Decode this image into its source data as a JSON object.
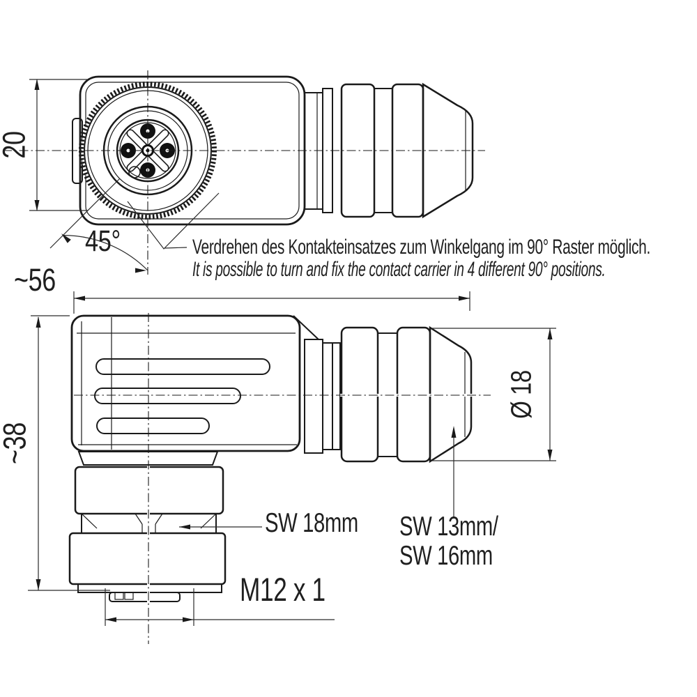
{
  "drawing": {
    "type": "technical-dimension-drawing",
    "subject": "M12 right-angle circular connector, front view and side view",
    "colors": {
      "line": "#1a1a1a",
      "background": "#ffffff"
    },
    "notes": {
      "de": "Verdrehen des Kontakteinsatzes zum Winkelgang im 90° Raster möglich.",
      "en": "It is possible to turn and fix the contact carrier in 4 different 90° positions."
    },
    "labels": {
      "height_front": "20",
      "length_overall": "~56",
      "rotation_angle": "45°",
      "height_side": "~38",
      "diameter": "Ø 18",
      "wrench_size_hex": "SW 18mm",
      "wrench_size_gland_line1": "SW 13mm/",
      "wrench_size_gland_line2": "SW 16mm",
      "thread_spec": "M12 x 1"
    }
  }
}
